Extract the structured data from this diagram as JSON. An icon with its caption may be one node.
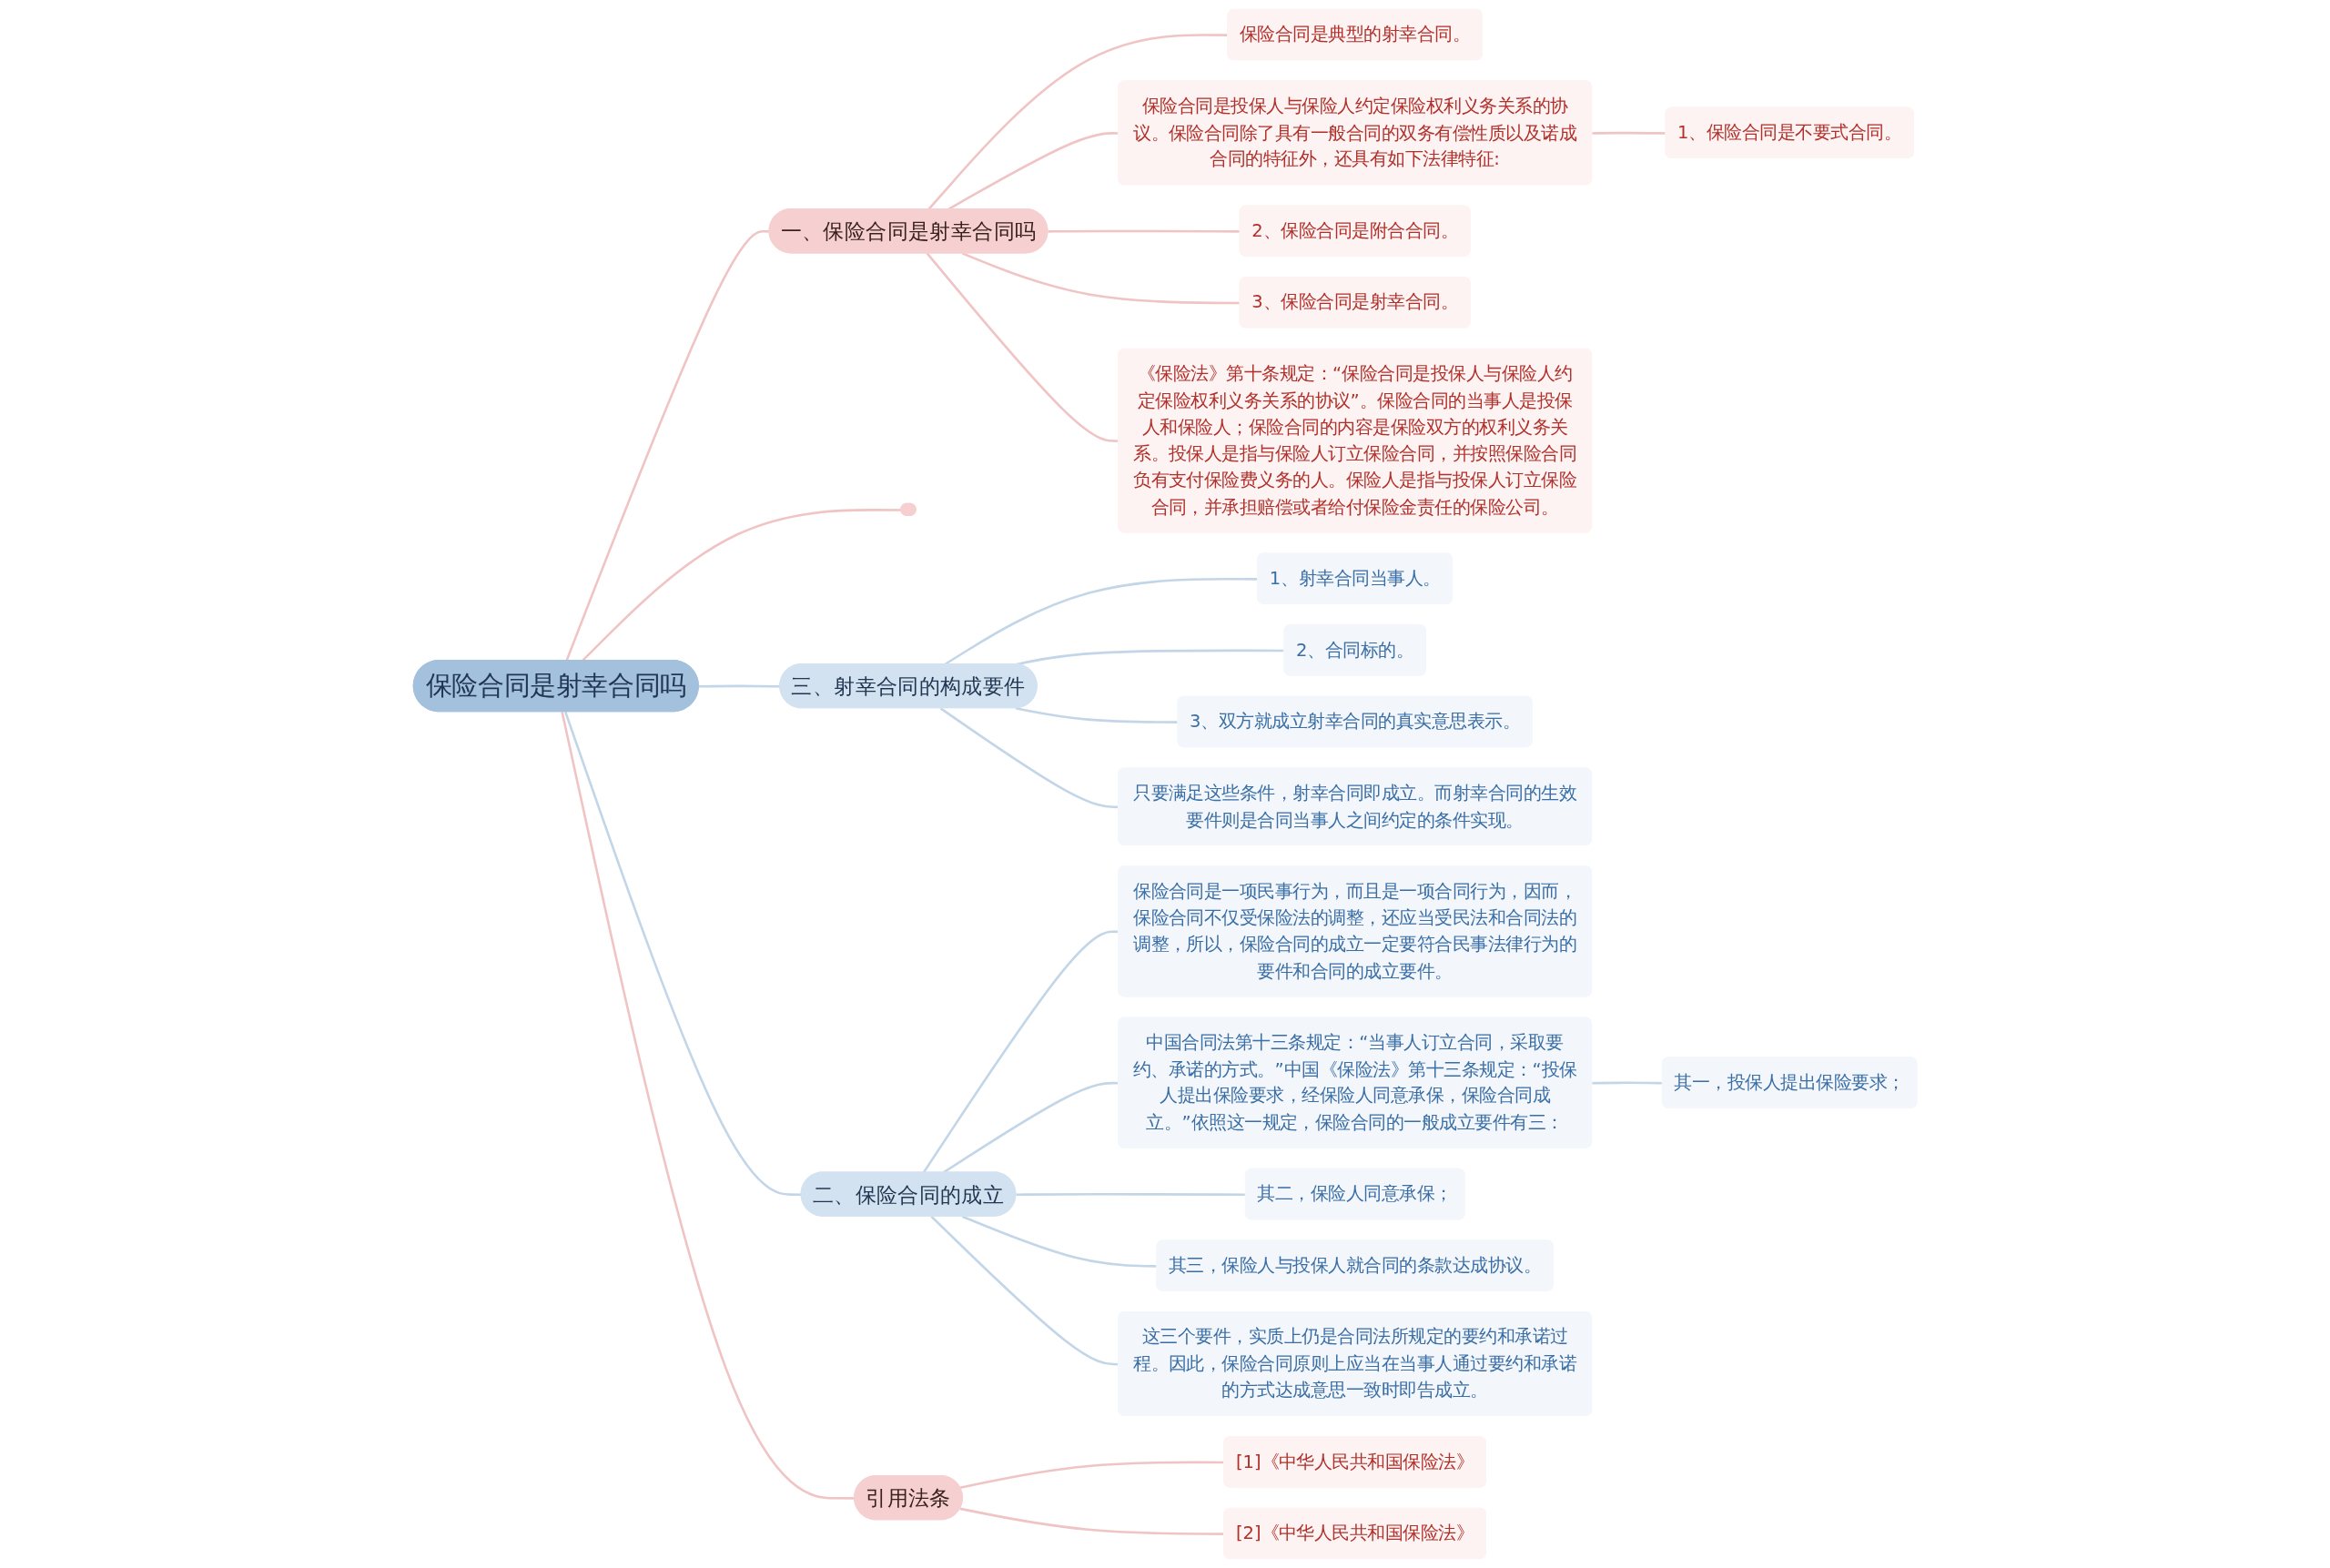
{
  "diagram": {
    "nodes": [
      {
        "text": [
          "保险合同是射幸合同吗"
        ]
      },
      {
        "text": [
          "一、保险合同是射幸合同吗"
        ]
      },
      {
        "text": [
          "保险合同是典型的射幸合同。"
        ]
      },
      {
        "text": [
          "保险合同是投保人与保险人约定保险权利义务关系的协议。保险合同除了具有一般合同的双务有偿性质以及诺成合同的特征外，还具有如下法律特征:"
        ]
      },
      {
        "text": [
          "1、保险合同是不要式合同。"
        ]
      },
      {
        "text": [
          "2、保险合同是附合合同。"
        ]
      },
      {
        "text": [
          "3、保险合同是射幸合同。"
        ]
      },
      {
        "text": [
          "《保险法》第十条规定：“保险合同是投保人与保险人约定保险权利义务关系的协议”。保险合同的当事人是投保人和保险人；保险合同的内容是保险双方的权利义务关系。投保人是指与保险人订立保险合同，并按照保险合同负有支付保险费义务的人。保险人是指与投保人订立保险合同，并承担赔偿或者给付保险金责任的保险公司。"
        ]
      },
      {
        "text": [],
        "shape": "box"
      },
      {
        "text": [
          "三、射幸合同的构成要件"
        ]
      },
      {
        "text": [
          "1、射幸合同当事人。"
        ]
      },
      {
        "text": [
          "2、合同标的。"
        ]
      },
      {
        "text": [
          "3、双方就成立射幸合同的真实意思表示。"
        ]
      },
      {
        "text": [
          "只要满足这些条件，射幸合同即成立。而射幸合同的生效要件则是合同当事人之间约定的条件实现。"
        ]
      },
      {
        "text": [
          "二、保险合同的成立"
        ]
      },
      {
        "text": [
          "保险合同是一项民事行为，而且是一项合同行为，因而，保险合同不仅受保险法的调整，还应当受民法和合同法的调整，所以，保险合同的成立一定要符合民事法律行为的要件和合同的成立要件。"
        ]
      },
      {
        "text": [
          "中国合同法第十三条规定：“当事人订立合同，采取要约、承诺的方式。”中国《保险法》第十三条规定：“投保人提出保险要求，经保险人同意承保，保险合同成立。”依照这一规定，保险合同的一般成立要件有三："
        ]
      },
      {
        "text": [
          "其一，投保人提出保险要求；"
        ]
      },
      {
        "text": [
          "其二，保险人同意承保；"
        ]
      },
      {
        "text": [
          "其三，保险人与投保人就合同的条款达成协议。"
        ]
      },
      {
        "text": [
          "这三个要件，实质上仍是合同法所规定的要约和承诺过程。因此，保险合同原则上应当在当事人通过要约和承诺的方式达成意思一致时即告成立。"
        ]
      },
      {
        "text": [
          "引用法条"
        ]
      },
      {
        "text": [
          "[1]《中华人民共和国保险法》"
        ]
      },
      {
        "text": [
          "[2]《中华人民共和国保险法》"
        ]
      }
    ],
    "edges": [
      {
        "from": 0,
        "to": 1,
        "arrow": "none",
        "color": "#f0c4c4"
      },
      {
        "from": 1,
        "to": 2,
        "arrow": "none",
        "color": "#f0c4c4"
      },
      {
        "from": 1,
        "to": 3,
        "arrow": "none",
        "color": "#f0c4c4"
      },
      {
        "from": 3,
        "to": 4,
        "arrow": "none",
        "color": "#f0c4c4"
      },
      {
        "from": 1,
        "to": 5,
        "arrow": "none",
        "color": "#f0c4c4"
      },
      {
        "from": 1,
        "to": 6,
        "arrow": "none",
        "color": "#f0c4c4"
      },
      {
        "from": 1,
        "to": 7,
        "arrow": "none",
        "color": "#f0c4c4"
      },
      {
        "from": 0,
        "to": 8,
        "arrow": "none",
        "color": "#f0c4c4"
      },
      {
        "from": 0,
        "to": 9,
        "arrow": "none"
      },
      {
        "from": 9,
        "to": 10,
        "arrow": "none"
      },
      {
        "from": 9,
        "to": 11,
        "arrow": "none"
      },
      {
        "from": 9,
        "to": 12,
        "arrow": "none"
      },
      {
        "from": 9,
        "to": 13,
        "arrow": "none"
      },
      {
        "from": 0,
        "to": 14,
        "arrow": "none"
      },
      {
        "from": 14,
        "to": 15,
        "arrow": "none"
      },
      {
        "from": 14,
        "to": 16,
        "arrow": "none"
      },
      {
        "from": 16,
        "to": 17,
        "arrow": "none"
      },
      {
        "from": 14,
        "to": 18,
        "arrow": "none"
      },
      {
        "from": 14,
        "to": 19,
        "arrow": "none"
      },
      {
        "from": 14,
        "to": 20,
        "arrow": "none"
      },
      {
        "from": 0,
        "to": 21,
        "arrow": "none",
        "color": "#f0c4c4"
      },
      {
        "from": 21,
        "to": 22,
        "arrow": "none",
        "color": "#f0c4c4"
      },
      {
        "from": 21,
        "to": 23,
        "arrow": "none",
        "color": "#f0c4c4"
      }
    ]
  }
}
